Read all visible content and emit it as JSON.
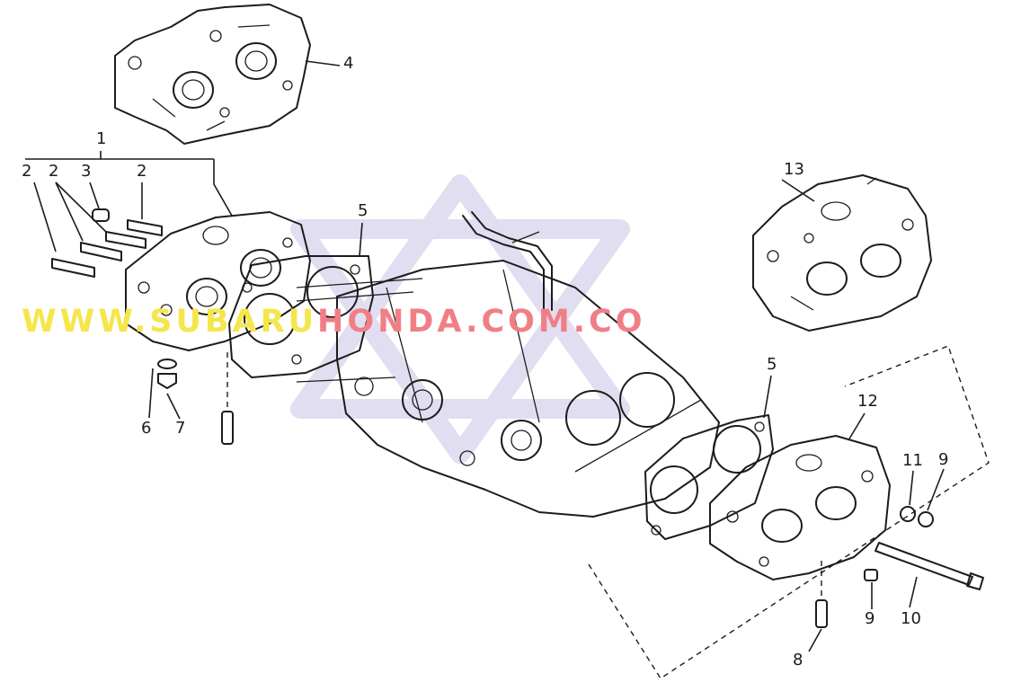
{
  "diagram": {
    "callouts": [
      {
        "id": "c1",
        "text": "1"
      },
      {
        "id": "c2a",
        "text": "2"
      },
      {
        "id": "c2b",
        "text": "2"
      },
      {
        "id": "c3",
        "text": "3"
      },
      {
        "id": "c2c",
        "text": "2"
      },
      {
        "id": "c4",
        "text": "4"
      },
      {
        "id": "c5a",
        "text": "5"
      },
      {
        "id": "c13",
        "text": "13"
      },
      {
        "id": "c5b",
        "text": "5"
      },
      {
        "id": "c12",
        "text": "12"
      },
      {
        "id": "c11",
        "text": "11"
      },
      {
        "id": "c9a",
        "text": "9"
      },
      {
        "id": "c6",
        "text": "6"
      },
      {
        "id": "c7",
        "text": "7"
      },
      {
        "id": "c9b",
        "text": "9"
      },
      {
        "id": "c10",
        "text": "10"
      },
      {
        "id": "c8",
        "text": "8"
      }
    ],
    "watermark": {
      "part_a": "WWW.SUBARU",
      "part_b": "HONDA.COM.CO",
      "color_a": "#f4e64c",
      "color_b": "#f07f85",
      "logo_color": "#c9c4e6"
    }
  }
}
